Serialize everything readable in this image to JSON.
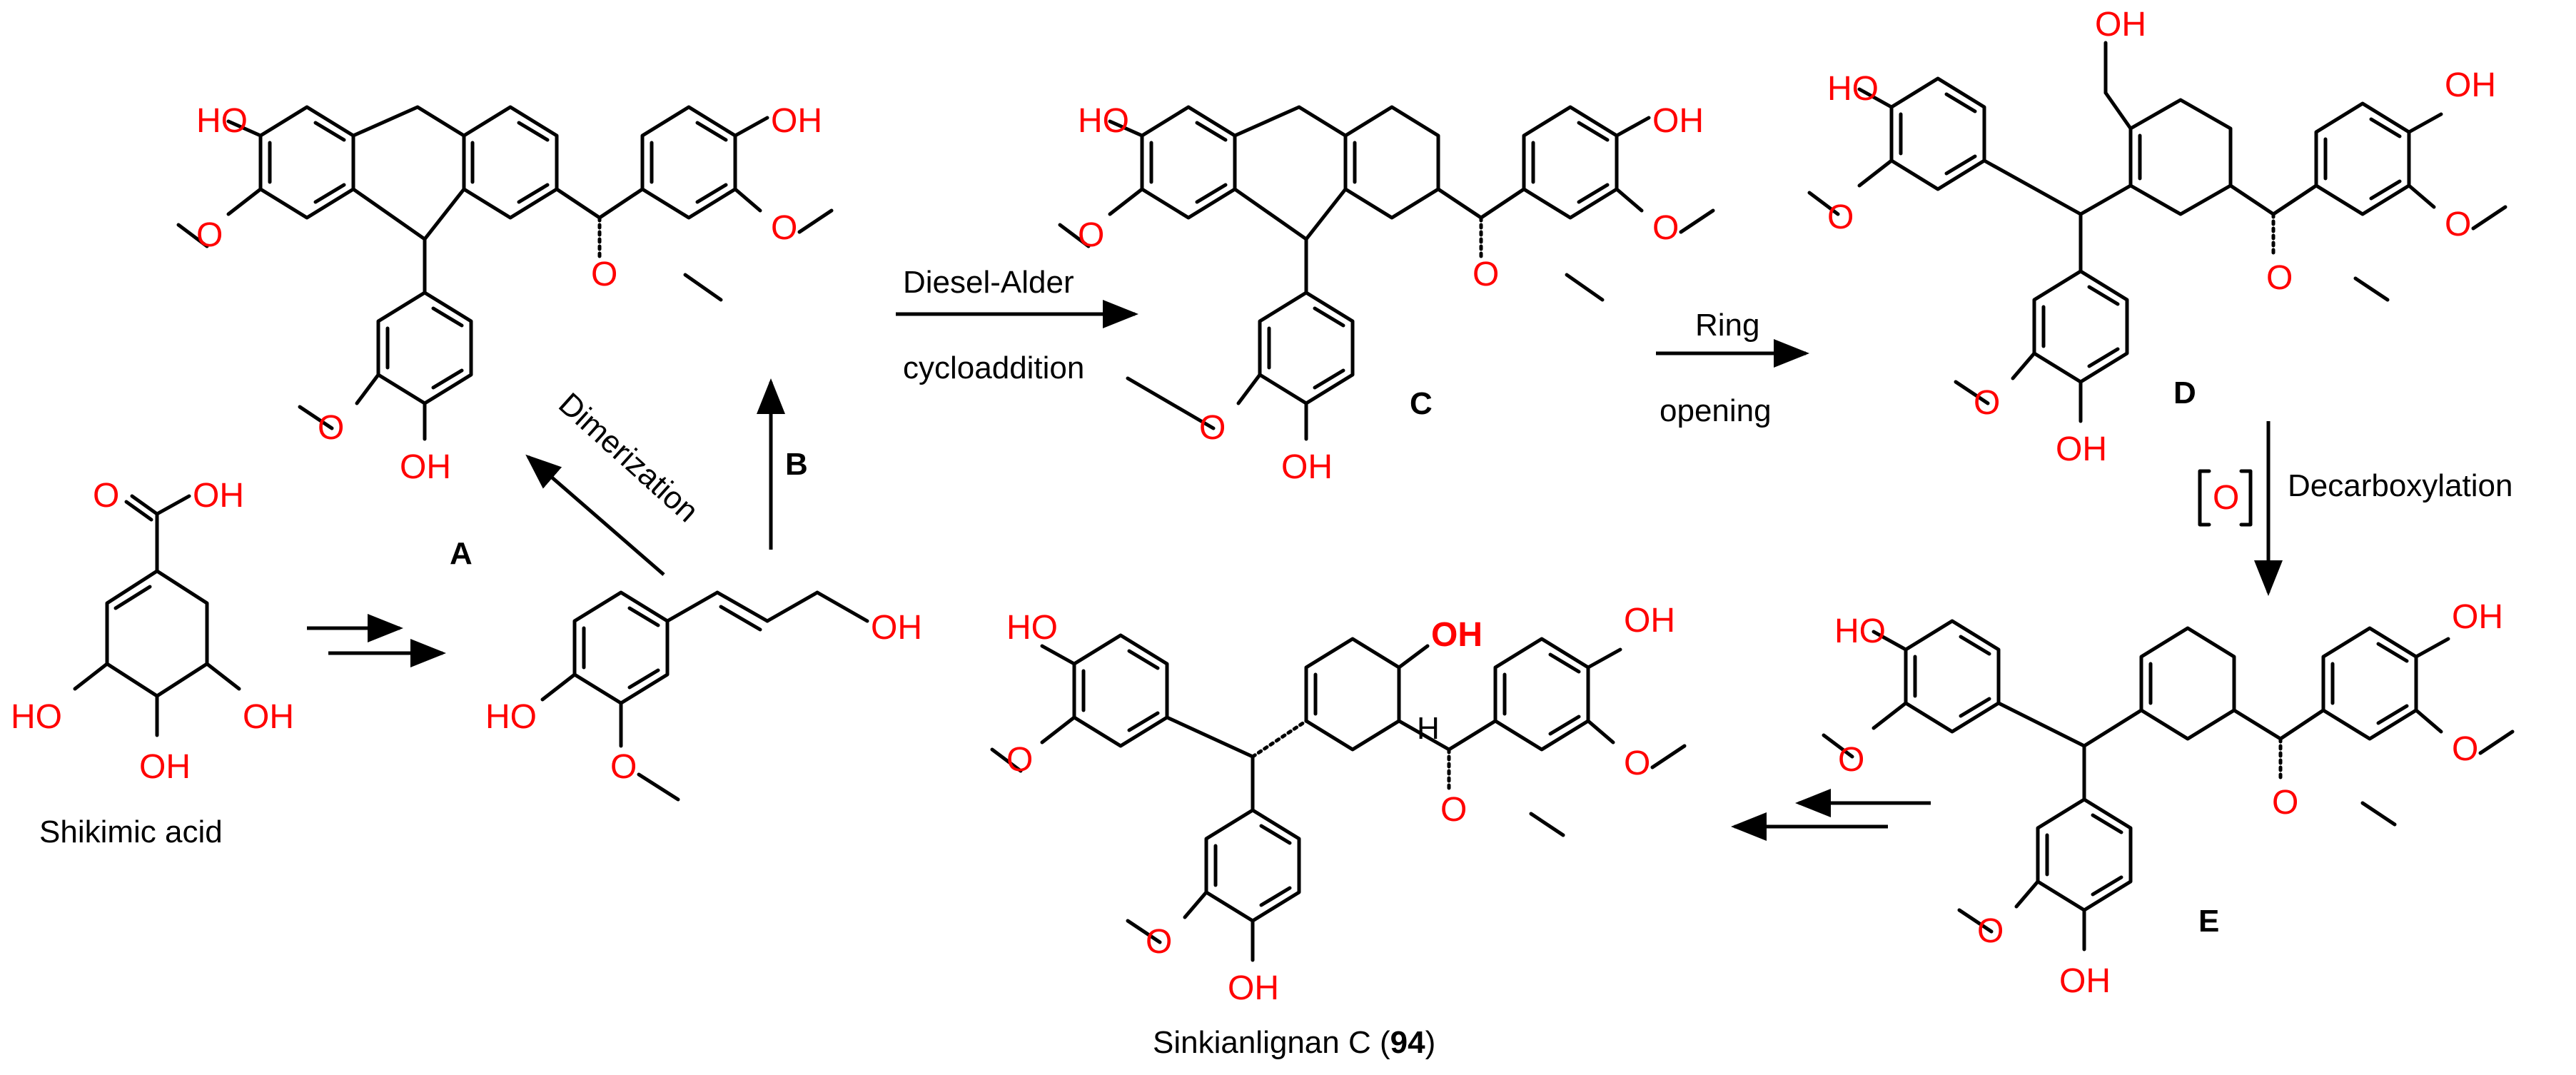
{
  "compounds": {
    "A": "A",
    "C": "C",
    "D": "D",
    "E": "E",
    "shikimic": "Shikimic acid",
    "product_name": "Sinkianlignan C (",
    "product_number": "94",
    "product_close": ")"
  },
  "steps": {
    "dimerization": "Dimerization",
    "B": "B",
    "diels_alder_1": "Diesel-Alder",
    "diels_alder_2": "cycloaddition",
    "ring_1": "Ring",
    "ring_2": "opening",
    "oxidant": "O",
    "decarboxylation": "Decarboxylation"
  },
  "atoms": {
    "HO": "HO",
    "OH": "OH",
    "O": "O",
    "H": "H",
    "OH_bold": "OH"
  },
  "colors": {
    "heteroatom": "#ff0000",
    "bond": "#000000"
  }
}
